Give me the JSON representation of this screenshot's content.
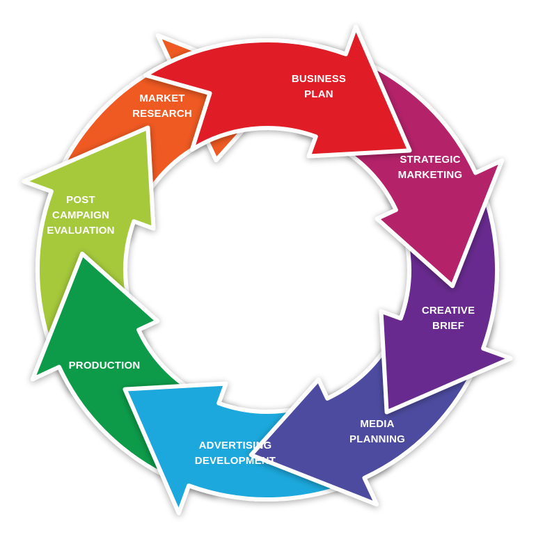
{
  "diagram": {
    "type": "cycle",
    "direction": "clockwise",
    "steps": [
      {
        "lines": [
          "MARKET",
          "RESEARCH"
        ],
        "color": "#e01f26"
      },
      {
        "lines": [
          "BUSINESS",
          "PLAN"
        ],
        "color": "#b4216a"
      },
      {
        "lines": [
          "STRATEGIC",
          "MARKETING"
        ],
        "color": "#672a8e"
      },
      {
        "lines": [
          "CREATIVE",
          "BRIEF"
        ],
        "color": "#4e4b9f"
      },
      {
        "lines": [
          "MEDIA",
          "PLANNING"
        ],
        "color": "#1ea8dc"
      },
      {
        "lines": [
          "ADVERTISING",
          "DEVELOPMENT"
        ],
        "color": "#0d9b48"
      },
      {
        "lines": [
          "PRODUCTION"
        ],
        "color": "#a5c93b"
      },
      {
        "lines": [
          "POST",
          "CAMPAIGN",
          "EVALUATION"
        ],
        "color": "#ef5a24"
      }
    ]
  }
}
